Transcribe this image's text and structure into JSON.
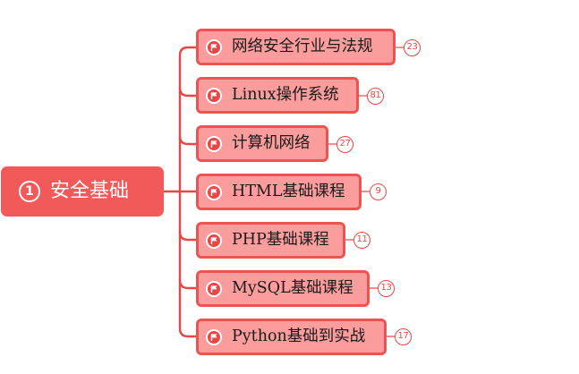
{
  "root": {
    "marker": "1",
    "label": "安全基础"
  },
  "topics": [
    {
      "label": "网络安全行业与法规",
      "count": "23"
    },
    {
      "label": "Linux操作系统",
      "count": "81"
    },
    {
      "label": "计算机网络",
      "count": "27"
    },
    {
      "label": "HTML基础课程",
      "count": "9"
    },
    {
      "label": "PHP基础课程",
      "count": "11"
    },
    {
      "label": "MySQL基础课程",
      "count": "13"
    },
    {
      "label": "Python基础到实战",
      "count": "17"
    }
  ],
  "colors": {
    "root_fill": "#f25a5a",
    "topic_fill": "#fb9d9d",
    "topic_border": "#ef5350",
    "connector": "#e84545",
    "count_badge": "#ef4444"
  },
  "icons": {
    "root_marker": "circled-number-icon",
    "topic_icon": "flag-icon"
  }
}
